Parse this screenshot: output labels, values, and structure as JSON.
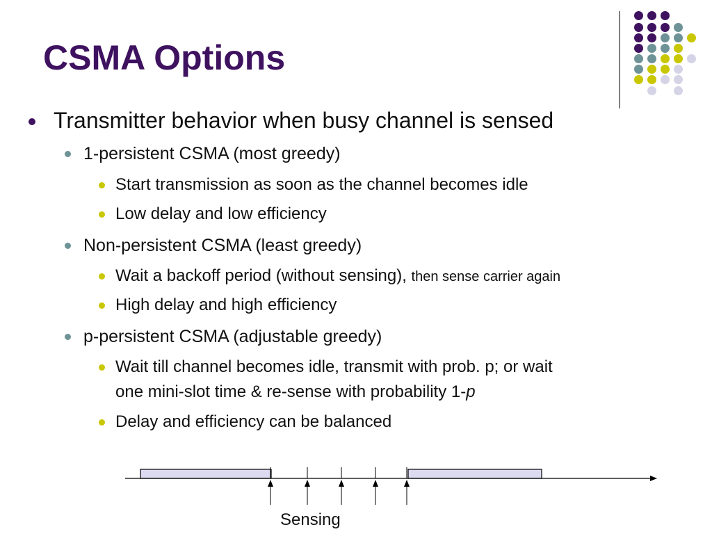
{
  "slide": {
    "title": "CSMA Options",
    "bullets": {
      "main": "Transmitter behavior when busy channel is sensed",
      "one_persistent": {
        "label": "1-persistent CSMA (most greedy)",
        "items": [
          "Start transmission as soon as the channel becomes idle",
          "Low delay and low efficiency"
        ]
      },
      "non_persistent": {
        "label": "Non-persistent CSMA (least greedy)",
        "item1_main": "Wait a backoff period (without sensing),",
        "item1_small": "then sense carrier again",
        "item2": "High delay and high efficiency"
      },
      "p_persistent": {
        "label": "p-persistent CSMA (adjustable greedy)",
        "item1_line1": "Wait till channel becomes idle, transmit with prob. p; or wait",
        "item1_line2_prefix": "one mini-slot time & re-sense with probability 1-",
        "item1_line2_italic": "p",
        "item2": "Delay and efficiency can be balanced"
      }
    },
    "diagram": {
      "label": "Sensing"
    }
  },
  "colors": {
    "title": "#3f1260",
    "purple": "#3f1260",
    "teal": "#6e9397",
    "yellow": "#c9c700",
    "lavender": "#d5d3e6",
    "box_fill": "#dcdaf0"
  }
}
